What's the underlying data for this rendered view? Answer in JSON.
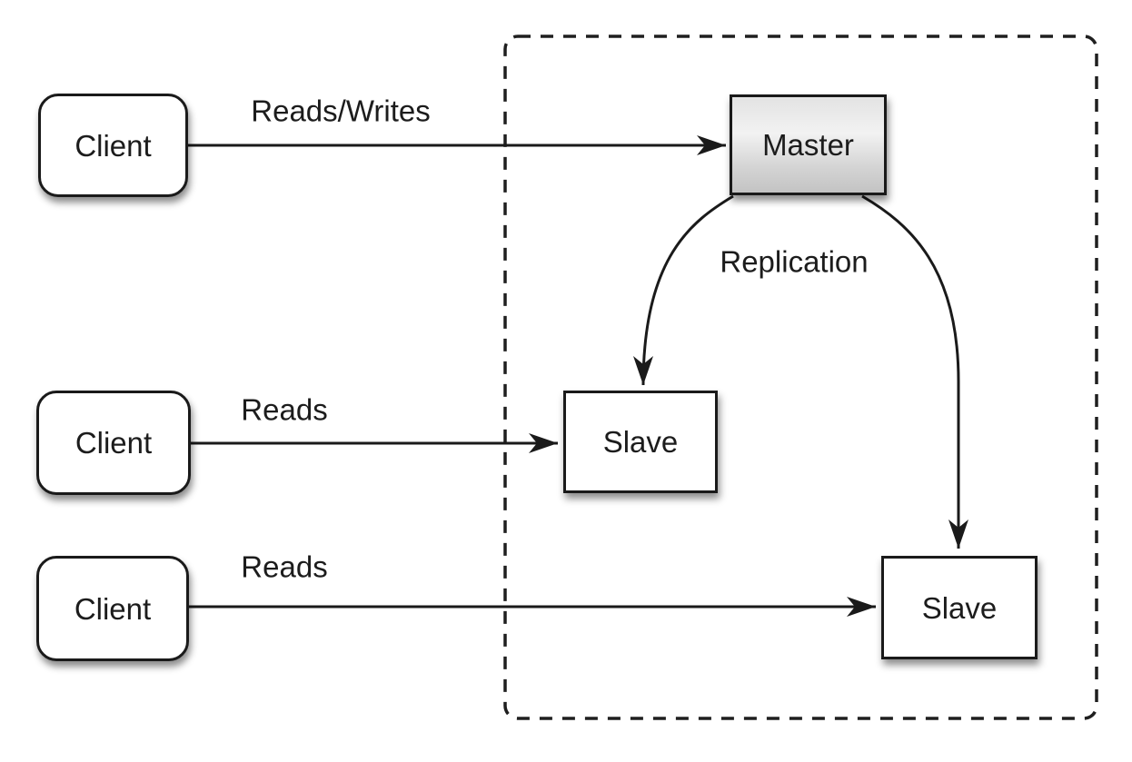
{
  "diagram": {
    "type": "master-slave-replication-diagram",
    "nodes": {
      "client1": {
        "label": "Client"
      },
      "client2": {
        "label": "Client"
      },
      "client3": {
        "label": "Client"
      },
      "master": {
        "label": "Master"
      },
      "slave_middle": {
        "label": "Slave"
      },
      "slave_bottom": {
        "label": "Slave"
      }
    },
    "edge_labels": {
      "client1_master": "Reads/Writes",
      "client2_slave": "Reads",
      "client3_slave": "Reads",
      "replication": "Replication"
    },
    "colors": {
      "background": "#ffffff",
      "stroke": "#1a1a1a",
      "node_fill": "#ffffff",
      "master_gradient_top": "#e3e3e3",
      "master_gradient_mid": "#f2f2f2",
      "master_gradient_bottom": "#c3c3c3"
    }
  }
}
